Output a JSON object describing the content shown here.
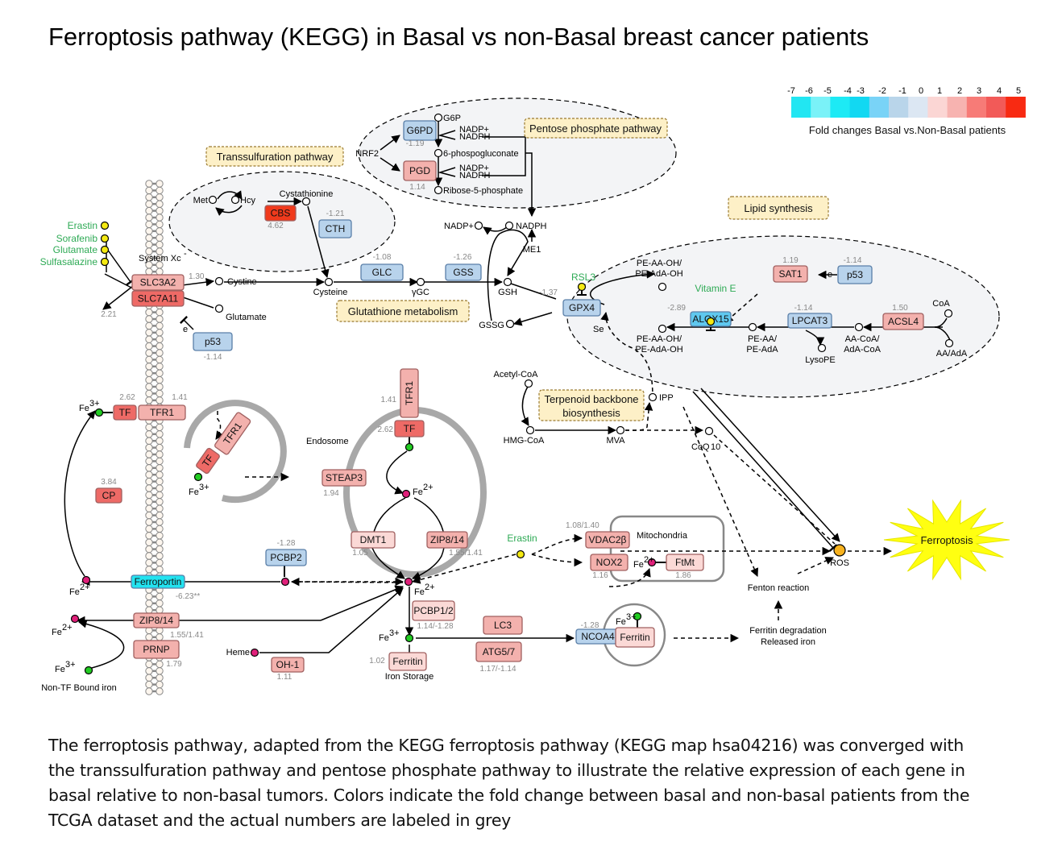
{
  "title": "Ferroptosis pathway (KEGG) in Basal vs non-Basal breast cancer patients",
  "legend": {
    "ticks": [
      "-7",
      "-6",
      "-5",
      "-4",
      "-3",
      "-2",
      "-1",
      "0",
      "1",
      "2",
      "3",
      "4",
      "5"
    ],
    "colors": [
      "#22e6f2",
      "#7af2f8",
      "#1deaf5",
      "#12d8f2",
      "#79d3f7",
      "#b9d5ea",
      "#dce7f3",
      "#fbd6d4",
      "#f7b3b0",
      "#f77b77",
      "#f25a58",
      "#f82a12"
    ],
    "label": "Fold changes Basal vs.Non-Basal patients"
  },
  "colors": {
    "up_strong": "#f03a1c",
    "up_mid": "#ee6a66",
    "up_light": "#f3b1ad",
    "up_faint": "#fbd9d6",
    "down_light": "#b8d3ec",
    "down_mid": "#5fc8ef",
    "down_strong": "#22e3f0",
    "drug_text": "#2eaa55",
    "drug_dot": "#f5ea12",
    "fe3_dot": "#22cc22",
    "fe2_dot": "#e0207a",
    "ros_dot": "#f7b21e",
    "ferroptosis_burst": "#ffff11",
    "pathway_box": "#fdf0c7"
  },
  "pathway_labels": {
    "transsulfuration": "Transsulfuration pathway",
    "pentose": "Pentose phosphate pathway",
    "glutathione": "Glutathione metabolism",
    "lipid": "Lipid synthesis",
    "terpenoid_1": "Terpenoid backbone",
    "terpenoid_2": "biosynthesis"
  },
  "drugs": {
    "erastin": "Erastin",
    "sorafenib": "Sorafenib",
    "glutamate": "Glutamate",
    "sulfasalazine": "Sulfasalazine",
    "rsl3": "RSL3",
    "vitamin_e": "Vitamin E",
    "erastin2": "Erastin"
  },
  "genes": {
    "slc3a2": {
      "label": "SLC3A2",
      "value": "1.30"
    },
    "slc7a11": {
      "label": "SLC7A11",
      "value": "2.21"
    },
    "p53_a": {
      "label": "p53",
      "value": "-1.14"
    },
    "cbs": {
      "label": "CBS",
      "value": "4.62"
    },
    "cth": {
      "label": "CTH",
      "value": "-1.21"
    },
    "glc": {
      "label": "GLC",
      "value": "-1.08"
    },
    "gss": {
      "label": "GSS",
      "value": "-1.26"
    },
    "g6pd": {
      "label": "G6PD",
      "value": "-1.19"
    },
    "pgd": {
      "label": "PGD",
      "value": "1.14"
    },
    "gpx4": {
      "label": "GPX4",
      "value": "-1.37"
    },
    "alox15": {
      "label": "ALOX15",
      "value": "-2.89"
    },
    "sat1": {
      "label": "SAT1",
      "value": "1.19"
    },
    "p53_b": {
      "label": "p53",
      "value": "-1.14"
    },
    "lpcat3": {
      "label": "LPCAT3",
      "value": "-1.14"
    },
    "acsl4": {
      "label": "ACSL4",
      "value": "1.50"
    },
    "tf": {
      "label": "TF",
      "value": "2.62"
    },
    "tfr1": {
      "label": "TFR1",
      "value": "1.41"
    },
    "tfr1_b": {
      "label": "TFR1"
    },
    "tf_b": {
      "label": "TF"
    },
    "cp": {
      "label": "CP",
      "value": "3.84"
    },
    "tfr1_c": {
      "label": "TFR1",
      "value": "1.41"
    },
    "tf_c": {
      "label": "TF",
      "value": "2.62"
    },
    "steap3": {
      "label": "STEAP3",
      "value": "1.94"
    },
    "dmt1": {
      "label": "DMT1",
      "value": "1.05"
    },
    "zip814_a": {
      "label": "ZIP8/14",
      "value": "1.55/1.41"
    },
    "pcbp2": {
      "label": "PCBP2",
      "value": "-1.28"
    },
    "ferroportin": {
      "label": "Ferroportin",
      "value": "-6.23**"
    },
    "zip814_b": {
      "label": "ZIP8/14",
      "value": "1.55/1.41"
    },
    "prnp": {
      "label": "PRNP",
      "value": "1.79"
    },
    "oh1": {
      "label": "OH-1",
      "value": "1.11"
    },
    "pcbp12": {
      "label": "PCBP1/2",
      "value": "1.14/-1.28"
    },
    "ferritin_a": {
      "label": "Ferritin",
      "value": "1.02"
    },
    "lc3": {
      "label": "LC3"
    },
    "atg57": {
      "label": "ATG5/7",
      "value": "1.17/-1.14"
    },
    "ncoa4": {
      "label": "NCOA4",
      "value": "-1.28"
    },
    "ferritin_b": {
      "label": "Ferritin"
    },
    "vdac2b": {
      "label": "VDAC2β",
      "value": "1.08/1.40"
    },
    "nox2": {
      "label": "NOX2",
      "value": "1.16"
    },
    "ftmt": {
      "label": "FtMt",
      "value": "1.86"
    }
  },
  "metabolites": {
    "system_xc": "System Xc",
    "system_xc_sup": "-",
    "cystine": "Cystine",
    "glutamate_out": "Glutamate",
    "cysteine": "Cysteine",
    "met": "Met",
    "hcy": "Hcy",
    "cystathionine": "Cystathionine",
    "e1": "e",
    "ygc": "γGC",
    "gsh": "GSH",
    "gssg": "GSSG",
    "nadp": "NADP+",
    "nadph": "NADPH",
    "me1": "ME1",
    "g6p": "G6P",
    "nrf2": "NRF2",
    "pg6": "6-phospogluconate",
    "r5p": "Ribose-5-phosphate",
    "nadp_s1": "NADP+",
    "nadph_s1": "NADPH",
    "nadp_s2": "NADP+",
    "nadph_s2": "NADPH",
    "peaaoh1_a": "PE-AA-OH/",
    "peaaoh1_b": "PE-AdA-OH",
    "peaaoh2_a": "PE-AA-OH/",
    "peaaoh2_b": "PE-AdA-OH",
    "peaa_a": "PE-AA/",
    "peaa_b": "PE-AdA",
    "lysope": "LysoPE",
    "aacoa_a": "AA-CoA/",
    "aacoa_b": "AdA-CoA",
    "coa": "CoA",
    "aaada": "AA/AdA",
    "se": "Se",
    "e2": "e",
    "acetylcoa": "Acetyl-CoA",
    "hmgcoa": "HMG-CoA",
    "mva": "MVA",
    "ipp": "IPP",
    "coq": "CoQ",
    "coq_sub": "10",
    "fe": "Fe",
    "p3": "3+",
    "p2": "2+",
    "endosome": "Endosome",
    "mitochondria": "Mitochondria",
    "fenton": "Fenton reaction",
    "ferritin_deg_1": "Ferritin degradation",
    "ferritin_deg_2": "Released iron",
    "ros": "ROS",
    "ferroptosis": "Ferroptosis",
    "heme": "Heme",
    "iron_storage": "Iron Storage",
    "non_tf": "Non-TF Bound iron"
  },
  "caption": [
    "The ferroptosis pathway, adapted from the KEGG ferroptosis pathway (KEGG map hsa04216) was converged with",
    "the transsulfuration pathway and pentose phosphate  pathway to illustrate the relative expression of each gene in",
    "basal relative to non-basal tumors.  Colors indicate  the fold change between basal and non-basal patients from the",
    "TCGA dataset and the actual numbers are labeled in grey"
  ]
}
